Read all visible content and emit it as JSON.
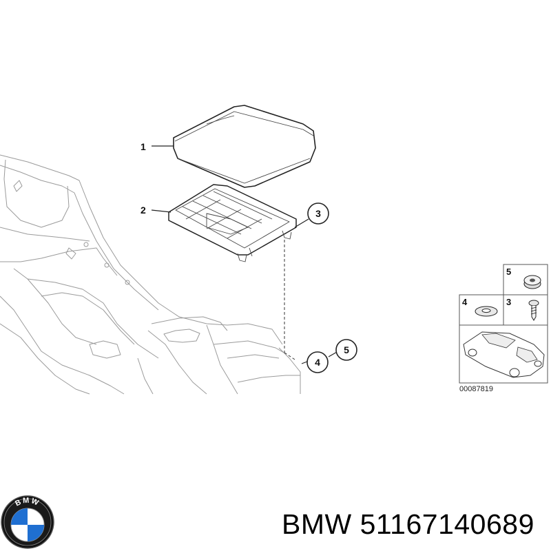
{
  "callouts": {
    "c1": "1",
    "c2": "2",
    "c3": "3",
    "c4": "4",
    "c5": "5"
  },
  "inset": {
    "label_nut": "5",
    "label_washer": "4",
    "label_screw": "3",
    "ref_number": "00087819"
  },
  "footer": {
    "brand": "BMW",
    "part_number": "51167140689"
  },
  "logo": {
    "text": "BMW",
    "colors": {
      "ring": "#111111",
      "blue": "#1f6fd1",
      "white": "#ffffff"
    }
  }
}
